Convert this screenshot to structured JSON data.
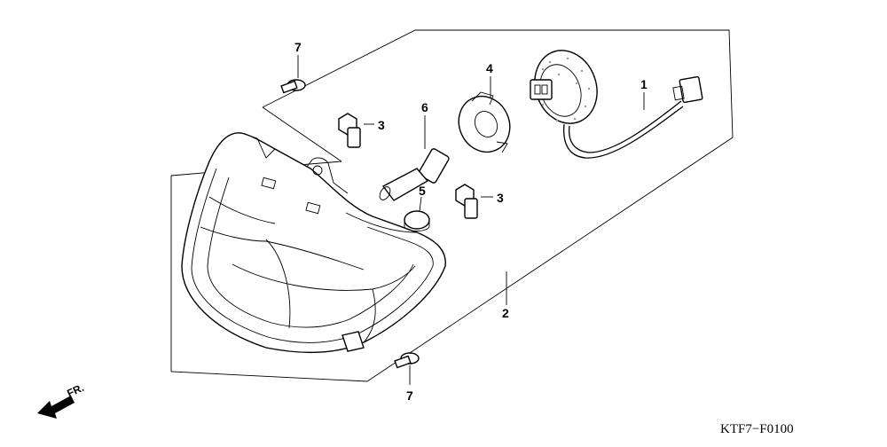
{
  "diagram": {
    "part_labels": {
      "wire_harness": "1",
      "headlight_unit": "2",
      "nut_upper": "3",
      "nut_lower": "3",
      "bulb_socket": "4",
      "bulb_cap": "5",
      "bulb": "6",
      "screw_upper": "7",
      "screw_lower": "7"
    },
    "direction_label": "FR.",
    "drawing_code": "KTF7−F0100"
  },
  "colors": {
    "ink": "#000000",
    "paper": "#ffffff",
    "stipple": "#9a9a9a"
  }
}
